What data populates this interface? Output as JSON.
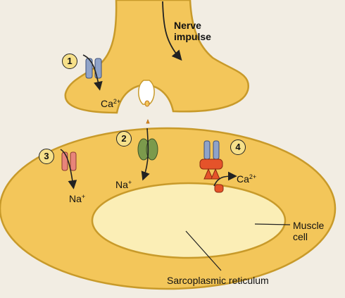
{
  "labels": {
    "nerve_impulse_line1": "Nerve",
    "nerve_impulse_line2": "impulse",
    "ca_top_base": "Ca",
    "ca_top_sup": "2+",
    "na_left_base": "Na",
    "na_left_sup": "+",
    "na_mid_base": "Na",
    "na_mid_sup": "+",
    "ca_right_base": "Ca",
    "ca_right_sup": "2+",
    "muscle_cell_line1": "Muscle",
    "muscle_cell_line2": "cell",
    "sarcoplasmic_reticulum": "Sarcoplasmic reticulum"
  },
  "steps": [
    "1",
    "2",
    "3",
    "4"
  ],
  "colors": {
    "tissue_fill": "#f3c65a",
    "tissue_edge": "#c89a2a",
    "reticulum_fill": "#fbeeb6",
    "channel_blue": "#8fa3c9",
    "channel_green": "#7b9a4c",
    "channel_pink": "#e8847a",
    "channel_red": "#e5532a",
    "background": "#f2ede3"
  }
}
